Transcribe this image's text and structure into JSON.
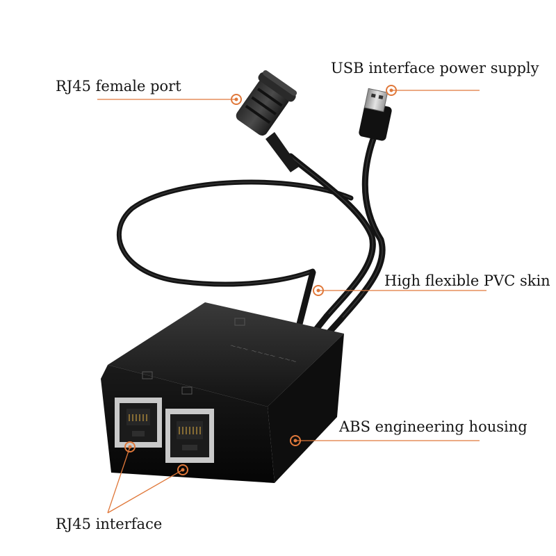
{
  "annotation_color": "#e0783a",
  "callouts": {
    "rj45_female_port": "RJ45 female port",
    "usb_power": "USB interface power supply",
    "pvc_skin": "High flexible PVC skin",
    "abs_housing": "ABS engineering housing",
    "rj45_interface": "RJ45 interface"
  }
}
